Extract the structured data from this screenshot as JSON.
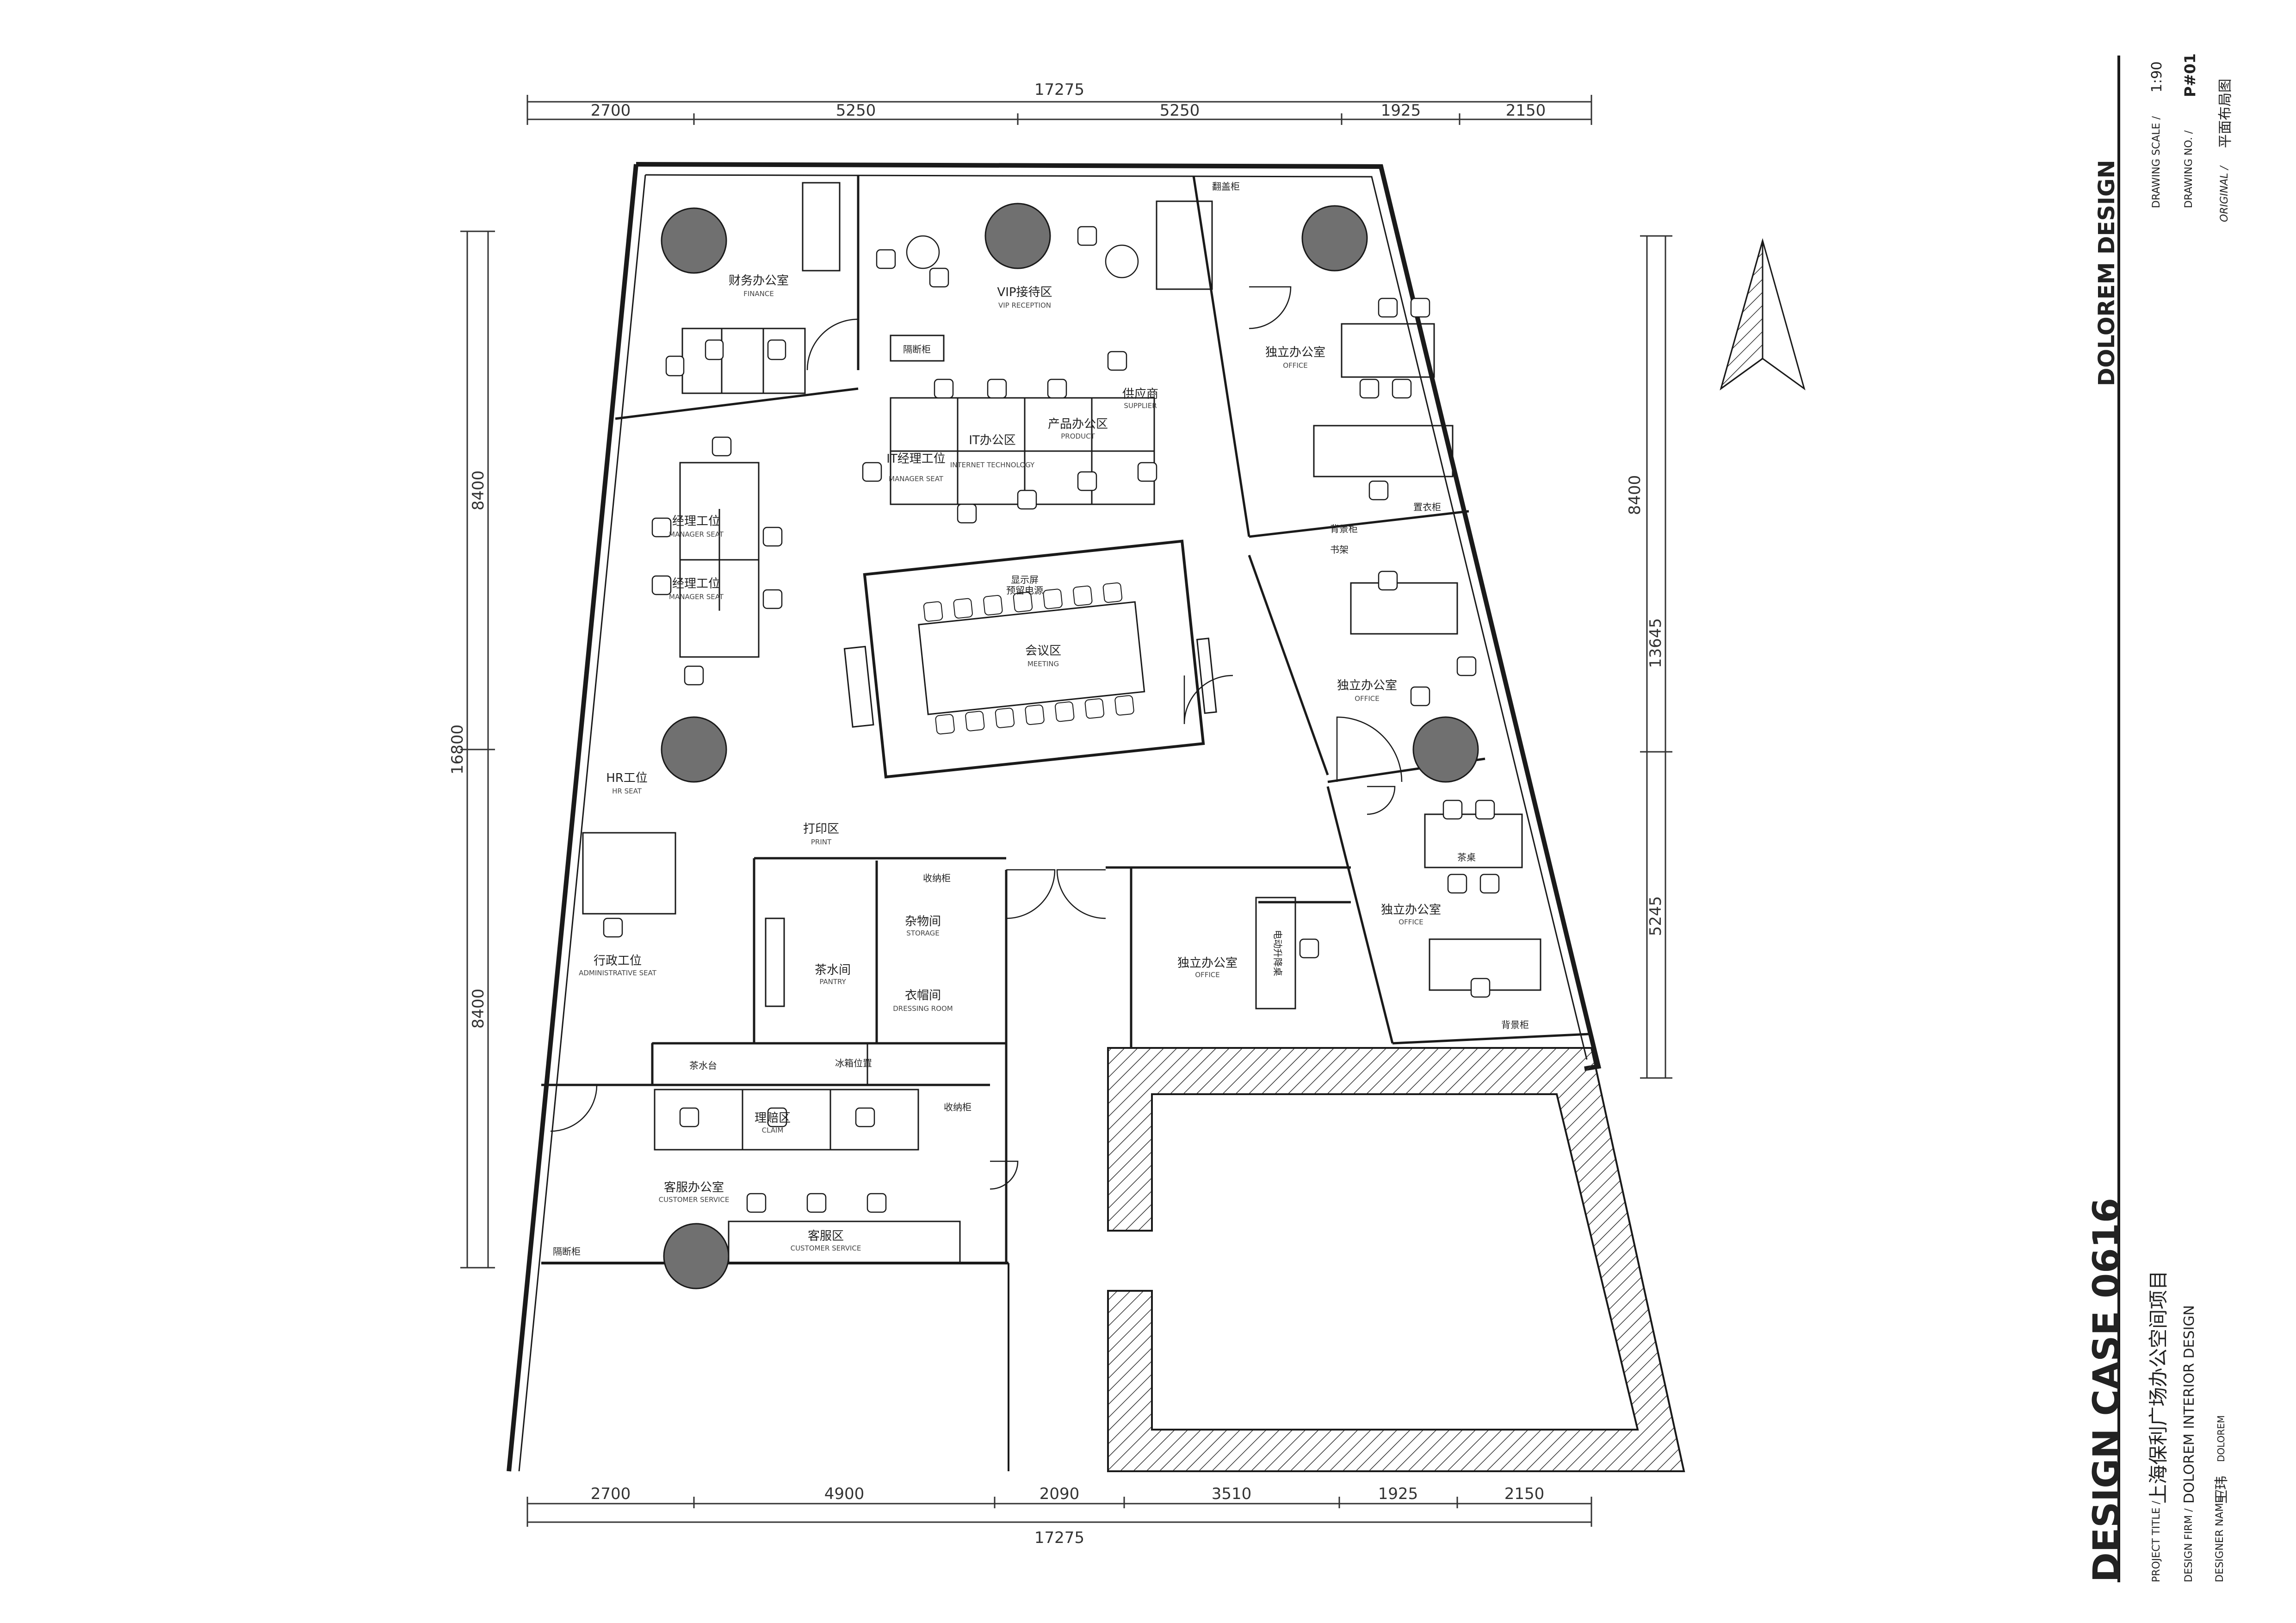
{
  "title_block": {
    "firm_brand": "DOLOREM DESIGN",
    "drawing_scale_label": "DRAWING SCALE /",
    "drawing_scale": "1:90",
    "drawing_no_label": "DRAWING NO. /",
    "drawing_no": "P#01",
    "original_label": "ORIGINAL /",
    "original_value": "平面布局图",
    "case_title": "DESIGN CASE 0616",
    "project_title_label": "PROJECT TITLE /",
    "project_title": "上海保利广场办公空间项目",
    "design_firm_label": "DESIGN FIRM /",
    "design_firm": "DOLOREM INTERIOR DESIGN",
    "designer_label": "DESIGNER NAME /",
    "designer_name": "王玮",
    "designer_en": "DOLOREM"
  },
  "dimensions": {
    "top_total": "17275",
    "top_segments": [
      "2700",
      "5250",
      "5250",
      "1925",
      "2150"
    ],
    "bottom_total": "17275",
    "bottom_segments": [
      "2700",
      "4900",
      "2090",
      "3510",
      "1925",
      "2150"
    ],
    "left_total": "16800",
    "left_segments": [
      "8400",
      "8400"
    ],
    "right_segments": [
      "8400",
      "13645",
      "5245"
    ]
  },
  "rooms": {
    "finance": {
      "cn": "财务办公室",
      "en": "FINANCE"
    },
    "vip": {
      "cn": "VIP接待区",
      "en": "VIP RECEPTION"
    },
    "office_ne": {
      "cn": "独立办公室",
      "en": "OFFICE"
    },
    "supplier": {
      "cn": "供应商",
      "en": "SUPPLIER"
    },
    "product": {
      "cn": "产品办公区",
      "en": "PRODUCT"
    },
    "it": {
      "cn": "IT办公区",
      "en": "INTERNET TECHNOLOGY"
    },
    "it_manager": {
      "cn": "IT经理工位",
      "en": "MANAGER SEAT"
    },
    "manager1": {
      "cn": "经理工位",
      "en": "MANAGER SEAT"
    },
    "manager2": {
      "cn": "经理工位",
      "en": "MANAGER SEAT"
    },
    "meeting": {
      "cn": "会议区",
      "en": "MEETING"
    },
    "screen": {
      "cn": "显示屏",
      "sub": "预留电源"
    },
    "office_e": {
      "cn": "独立办公室",
      "en": "OFFICE"
    },
    "hr": {
      "cn": "HR工位",
      "en": "HR SEAT"
    },
    "print": {
      "cn": "打印区",
      "en": "PRINT"
    },
    "storage": {
      "cn": "杂物间",
      "en": "STORAGE"
    },
    "pantry": {
      "cn": "茶水间",
      "en": "PANTRY"
    },
    "dressing": {
      "cn": "衣帽间",
      "en": "DRESSING ROOM"
    },
    "admin": {
      "cn": "行政工位",
      "en": "ADMINISTRATIVE SEAT"
    },
    "office_c": {
      "cn": "独立办公室",
      "en": "OFFICE"
    },
    "office_se": {
      "cn": "独立办公室",
      "en": "OFFICE"
    },
    "claim": {
      "cn": "理赔区",
      "en": "CLAIM"
    },
    "cs_office": {
      "cn": "客服办公室",
      "en": "CUSTOMER SERVICE"
    },
    "cs_area": {
      "cn": "客服区",
      "en": "CUSTOMER SERVICE"
    }
  },
  "fixtures": {
    "partition_cabinet": "隔断柜",
    "tea_table": "茶水台",
    "fridge": "冰箱位置",
    "storage_cabinet": "收纳柜",
    "back_cabinet": "背景柜",
    "coat_cabinet": "置衣柜",
    "bookshelf": "书架",
    "tea": "茶桌",
    "lift_table": "电动升降桌",
    "flip_cabinet": "翻盖柜"
  },
  "colors": {
    "line": "#1a1a1a",
    "column_fill": "#707070",
    "thin_line": "#999999",
    "text": "#222222"
  }
}
